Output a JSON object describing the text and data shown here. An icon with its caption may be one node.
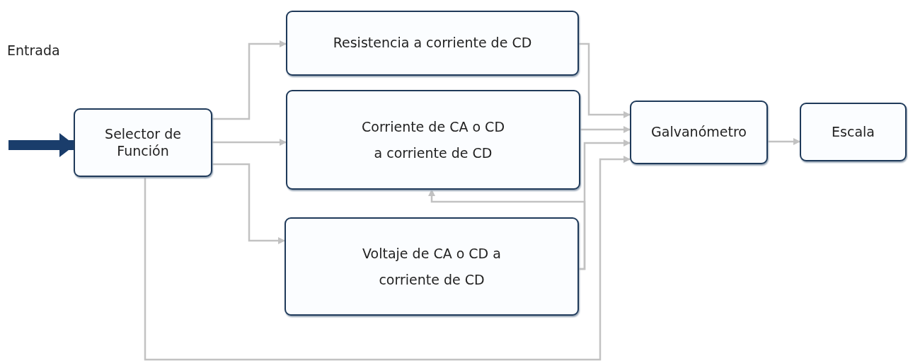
{
  "diagram": {
    "nodes": [
      {
        "text": [
          "Selector de Función"
        ]
      },
      {
        "text": [
          "Resistencia a corriente de CD"
        ]
      },
      {
        "text": [
          "Corriente de CA o CD a corriente de CD"
        ]
      },
      {
        "text": [
          "Voltaje de CA o CD a corriente de CD"
        ]
      },
      {
        "text": [
          "Galvanómetro"
        ]
      },
      {
        "text": [
          "Escala"
        ]
      }
    ],
    "edges": [
      {
        "from": null,
        "to": 0,
        "arrow": "to",
        "style": "thick",
        "color": "#1a3d6b"
      },
      {
        "from": 0,
        "to": 1,
        "arrow": "to"
      },
      {
        "from": 0,
        "to": 2,
        "arrow": "to"
      },
      {
        "from": 0,
        "to": 3,
        "arrow": "to"
      },
      {
        "from": 1,
        "to": 4,
        "arrow": "to"
      },
      {
        "from": 2,
        "to": 4,
        "arrow": "to"
      },
      {
        "from": 3,
        "to": 4,
        "arrow": "to"
      },
      {
        "from": 3,
        "to": 2,
        "arrow": "to"
      },
      {
        "from": 0,
        "to": 4,
        "arrow": "to"
      },
      {
        "from": 4,
        "to": 5,
        "arrow": "to"
      }
    ],
    "labels": [
      "Entrada"
    ]
  }
}
